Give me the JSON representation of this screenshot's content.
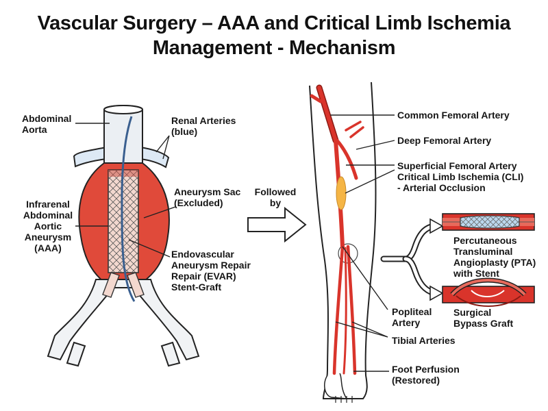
{
  "title": {
    "line1": "Vascular Surgery – AAA and Critical Limb Ischemia",
    "line2": "Management - Mechanism"
  },
  "left_labels": {
    "abdominal_aorta": [
      "Abdominal",
      "Aorta"
    ],
    "renal_arteries": [
      "Renal Arteries",
      "(blue)"
    ],
    "aaa": [
      "Infrarenal",
      "Abdominal",
      "Aortic",
      "Aneurysm",
      "(AAA)"
    ],
    "aneurysm_sac": [
      "Aneurysm Sac",
      "(Excluded)"
    ],
    "evar": [
      "Endovascular",
      "Aneurysm Repair",
      "Repair (EVAR)",
      "Stent-Graft"
    ]
  },
  "transition": {
    "label": [
      "Followed",
      "by"
    ]
  },
  "right_labels": {
    "common_femoral": "Common Femoral Artery",
    "deep_femoral": "Deep Femoral Artery",
    "sfa_cli": [
      "Superficial Femoral Artery",
      "Critical Limb Ischemia (CLI)",
      "- Arterial Occlusion"
    ],
    "pta": [
      "Percutaneous",
      "Transluminal",
      "Angioplasty (PTA)",
      "with Stent"
    ],
    "bypass": [
      "Surgical",
      "Bypass Graft"
    ],
    "popliteal": [
      "Popliteal",
      "Artery"
    ],
    "tibial": "Tibial Arteries",
    "foot": [
      "Foot Perfusion",
      "(Restored)"
    ]
  },
  "colors": {
    "artery_red": "#d9342b",
    "artery_dark": "#8c1b14",
    "aneurysm_red": "#e04a3a",
    "renal_blue": "#dde9f5",
    "occlusion_yellow": "#f5b545",
    "outline": "#222222"
  }
}
